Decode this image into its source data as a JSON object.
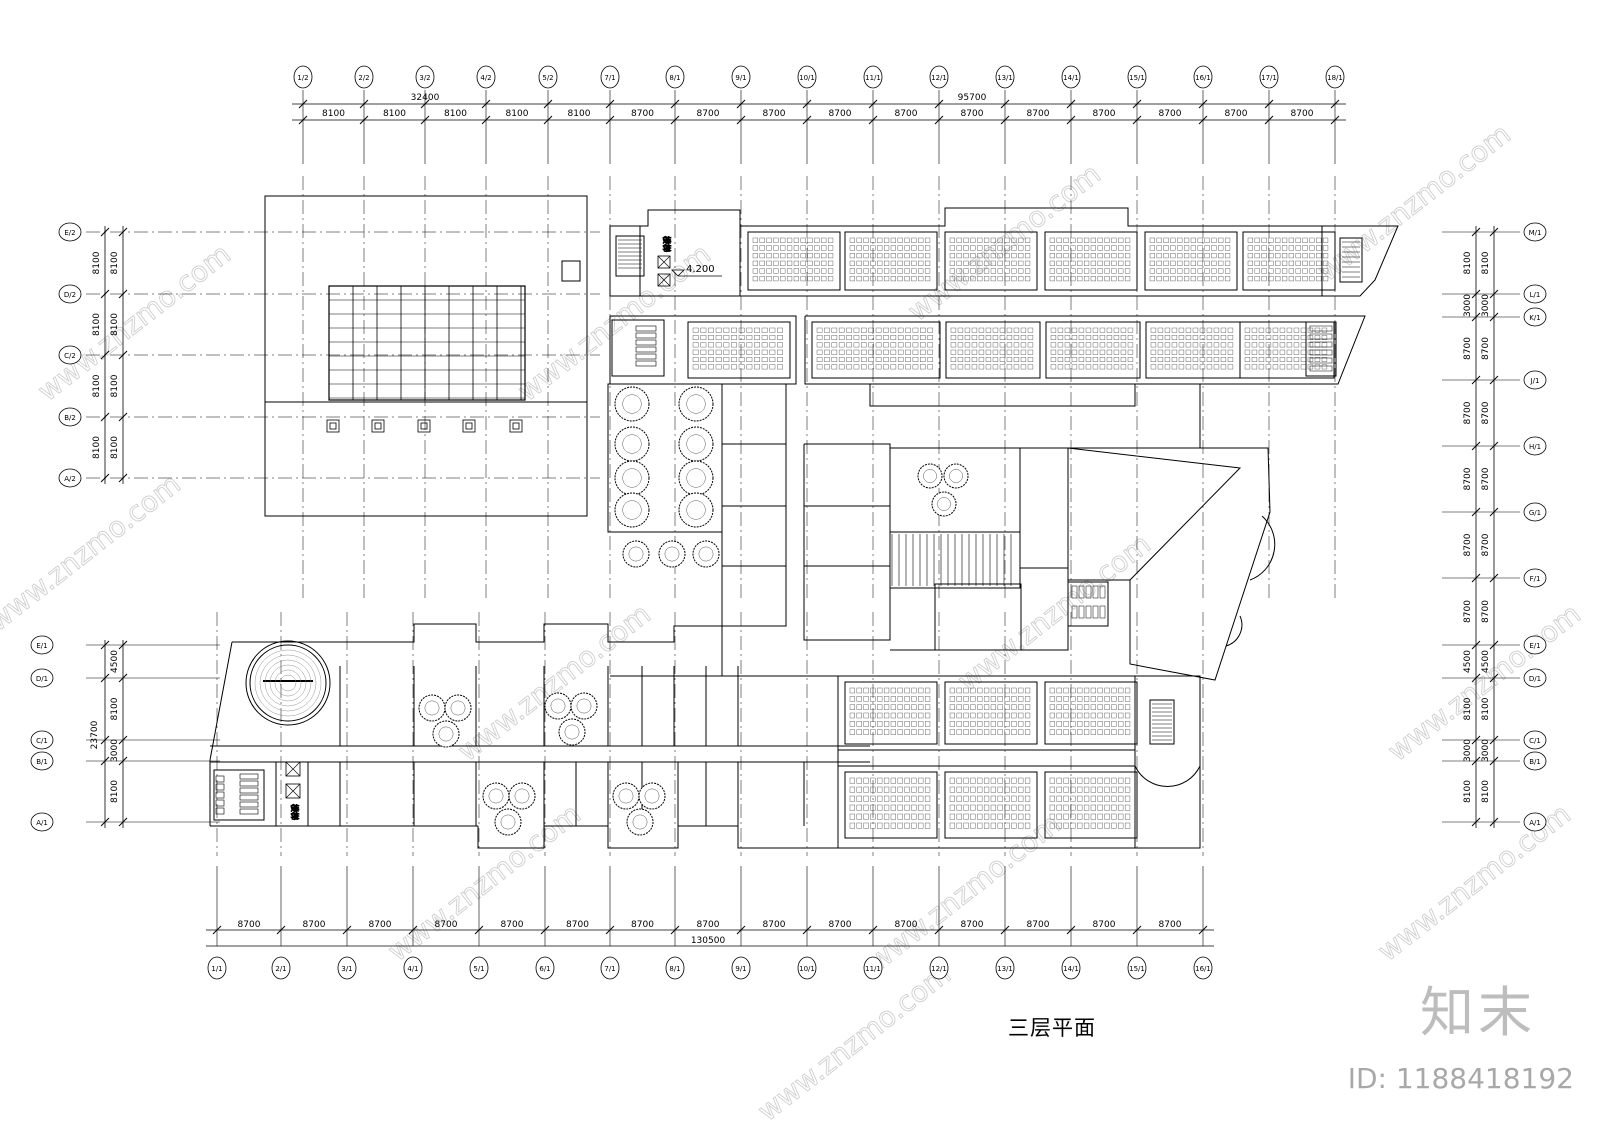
{
  "drawing": {
    "title": "三层平面",
    "elevation_mark": "4.200",
    "stair_label": "楼梯"
  },
  "top_dimensions": {
    "axes": [
      "1/2",
      "2/2",
      "3/2",
      "4/2",
      "5/2",
      "7/1",
      "8/1",
      "9/1",
      "10/1",
      "11/1",
      "12/1",
      "13/1",
      "14/1",
      "15/1",
      "16/1",
      "17/1",
      "18/1"
    ],
    "spans": [
      "8100",
      "8100",
      "8100",
      "8100",
      "8100",
      "8700",
      "8700",
      "8700",
      "8700",
      "8700",
      "8700",
      "8700",
      "8700",
      "8700",
      "8700",
      "8700"
    ],
    "overall_left": "32400",
    "overall_right": "95700"
  },
  "bottom_dimensions": {
    "axes": [
      "1/1",
      "2/1",
      "3/1",
      "4/1",
      "5/1",
      "6/1",
      "7/1",
      "8/1",
      "9/1",
      "10/1",
      "11/1",
      "12/1",
      "13/1",
      "14/1",
      "15/1",
      "16/1"
    ],
    "spans": [
      "8700",
      "8700",
      "8700",
      "8700",
      "8700",
      "8700",
      "8700",
      "8700",
      "8700",
      "8700",
      "8700",
      "8700",
      "8700",
      "8700",
      "8700"
    ],
    "overall": "130500"
  },
  "left_upper_dimensions": {
    "axes": [
      "E/2",
      "D/2",
      "C/2",
      "B/2",
      "A/2"
    ],
    "spans": [
      "8100",
      "8100",
      "8100",
      "8100"
    ]
  },
  "left_lower_dimensions": {
    "axes": [
      "E/1",
      "D/1",
      "C/1",
      "B/1",
      "A/1"
    ],
    "spans": [
      "4500",
      "8100",
      "3000",
      "8100"
    ],
    "overall": "23700"
  },
  "right_dimensions": {
    "axes": [
      "M/1",
      "L/1",
      "K/1",
      "J/1",
      "H/1",
      "G/1",
      "F/1",
      "E/1",
      "D/1",
      "C/1",
      "B/1",
      "A/1"
    ],
    "spans": [
      "8100",
      "3000",
      "8700",
      "8700",
      "8700",
      "8700",
      "8700",
      "4500",
      "8100",
      "3000",
      "8100"
    ]
  },
  "watermark": {
    "logo": "知末",
    "id": "ID: 1188418192",
    "site": "www.znzmo.com"
  }
}
